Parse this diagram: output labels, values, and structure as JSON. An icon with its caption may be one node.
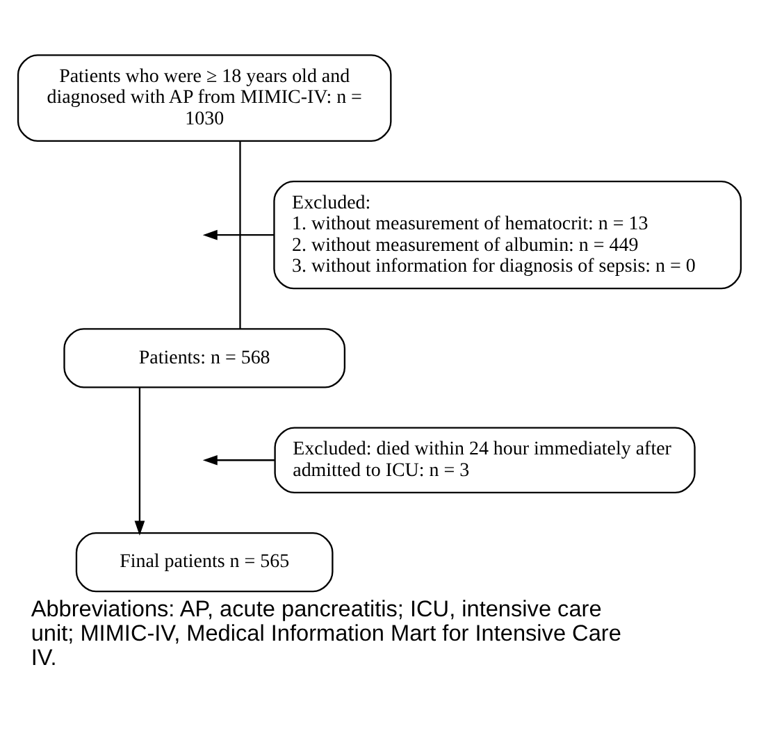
{
  "diagram": {
    "caption": "Abbreviations: AP, acute pancreatitis; ICU, intensive care unit; MIMIC-IV, Medical Information Mart for Intensive Care IV.",
    "nodes": [
      {
        "text": [
          "Patients who were ≥ 18 years old and diagnosed with AP from MIMIC-IV: n = 1030"
        ]
      },
      {
        "text": [
          "Excluded:",
          "1. without measurement of hematocrit: n = 13",
          "2. without measurement of albumin: n = 449",
          "3. without information for diagnosis of sepsis: n = 0"
        ]
      },
      {
        "text": [
          "Patients: n = 568"
        ]
      },
      {
        "text": [
          "Excluded: died within 24 hour immediately after admitted to ICU: n = 3"
        ]
      },
      {
        "text": [
          "Final patients n = 565"
        ]
      }
    ],
    "edges": [
      {
        "from": 0,
        "to": 2,
        "arrow": "none"
      },
      {
        "from": 1,
        "to": null,
        "arrow": "to"
      },
      {
        "from": 2,
        "to": 4,
        "arrow": "to"
      },
      {
        "from": 3,
        "to": null,
        "arrow": "to"
      }
    ]
  }
}
